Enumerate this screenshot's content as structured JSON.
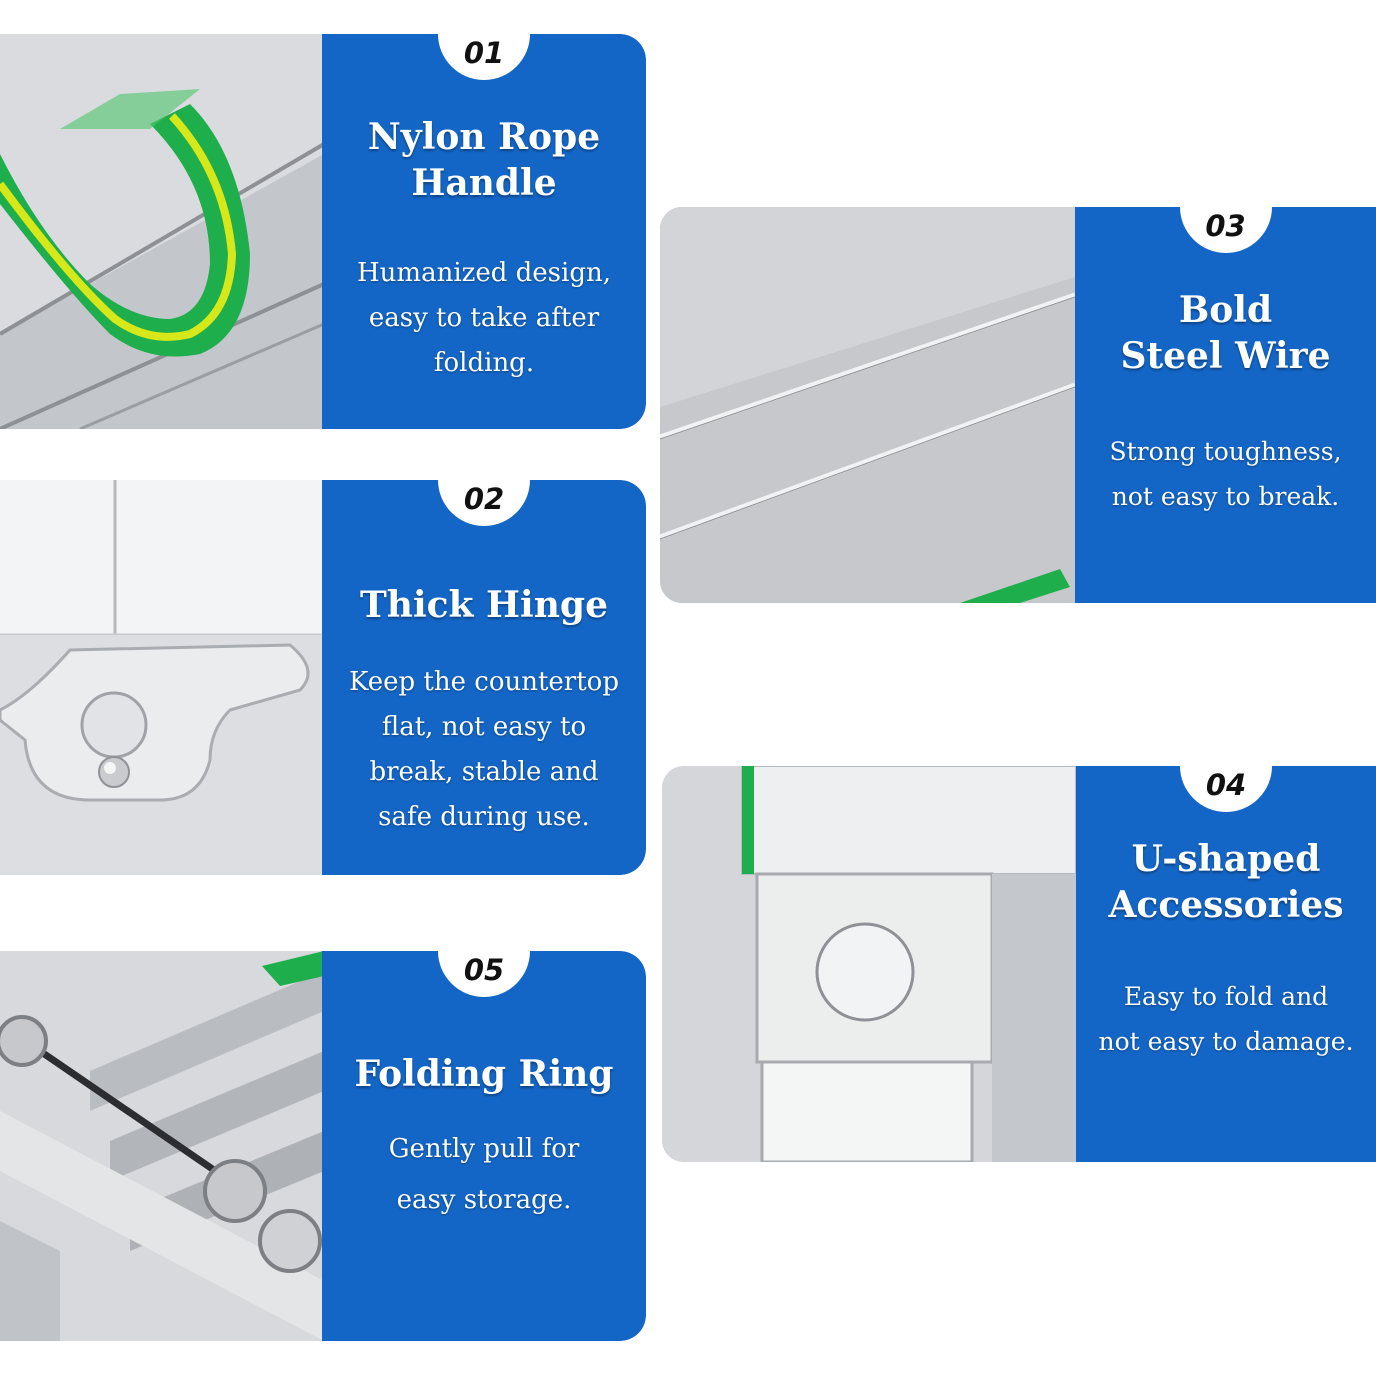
{
  "cards": [
    {
      "number": "01",
      "title": "Nylon Rope\nHandle",
      "description": "Humanized design,\neasy to take after\nfolding."
    },
    {
      "number": "02",
      "title": "Thick Hinge",
      "description": "Keep the countertop\nflat, not easy to\nbreak, stable and\nsafe during use."
    },
    {
      "number": "03",
      "title": "Bold\nSteel Wire",
      "description": "Strong toughness,\nnot easy to break."
    },
    {
      "number": "04",
      "title": "U-shaped\nAccessories",
      "description": "Easy to fold and\nnot easy to damage."
    },
    {
      "number": "05",
      "title": "Folding Ring",
      "description": "Gently pull for\neasy storage."
    }
  ],
  "colors": {
    "panel_blue": "#1466c6",
    "handle_green": "#1fae4c",
    "handle_yellow": "#d7e81a"
  }
}
